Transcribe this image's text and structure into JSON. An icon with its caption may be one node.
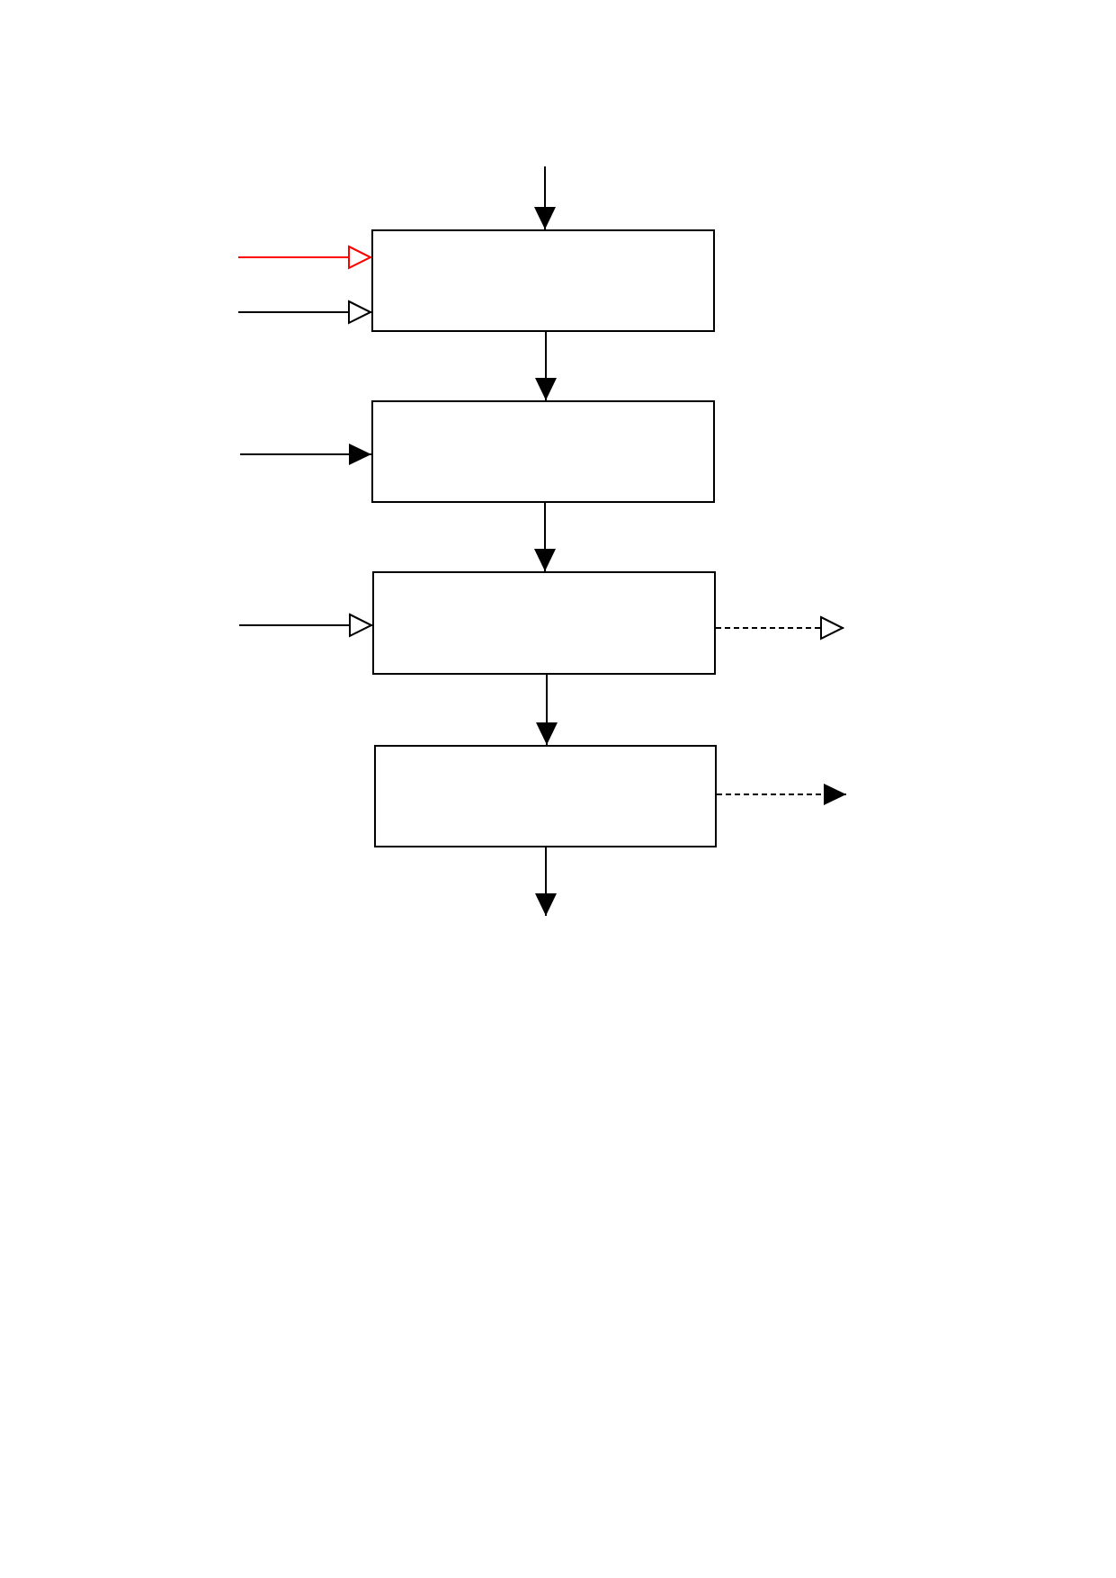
{
  "diagram": {
    "nodes": [
      {
        "text": [],
        "shape": "box"
      },
      {
        "text": [],
        "shape": "box"
      },
      {
        "text": [],
        "shape": "box"
      },
      {
        "text": [],
        "shape": "box"
      }
    ],
    "edges": [
      {
        "from": null,
        "to": 0,
        "arrow": "to"
      },
      {
        "from": null,
        "to": 0,
        "arrow": "to",
        "color": "#ff0000"
      },
      {
        "from": null,
        "to": 0,
        "arrow": "to"
      },
      {
        "from": 0,
        "to": 1,
        "arrow": "to"
      },
      {
        "from": null,
        "to": 1,
        "arrow": "to"
      },
      {
        "from": 1,
        "to": 2,
        "arrow": "to"
      },
      {
        "from": null,
        "to": 2,
        "arrow": "to"
      },
      {
        "from": 2,
        "to": null,
        "arrow": "to",
        "style": "dashed"
      },
      {
        "from": 2,
        "to": 3,
        "arrow": "to"
      },
      {
        "from": 3,
        "to": null,
        "arrow": "to",
        "style": "dashed"
      },
      {
        "from": 3,
        "to": null,
        "arrow": "to"
      }
    ]
  }
}
